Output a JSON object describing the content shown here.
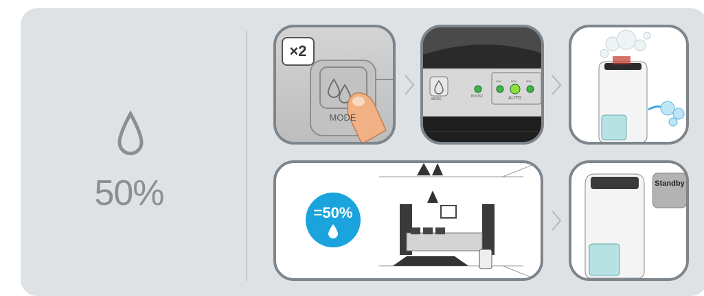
{
  "setting": {
    "value": "50%",
    "icon": "drop-icon"
  },
  "step1": {
    "times_label": "×2",
    "button_label": "MODE",
    "icon": "water-drops-icon"
  },
  "step2": {
    "mode_label": "MODE",
    "boost_label": "BOOST",
    "auto_label": "AUTO",
    "levels": [
      "40%",
      "50%",
      "60%"
    ]
  },
  "step4": {
    "badge_value": "=50%",
    "icon": "drop-icon"
  },
  "step5": {
    "status_label": "Standby"
  },
  "colors": {
    "accent": "#1aa3dc",
    "panel": "#dfe2e5",
    "border": "#7e858b",
    "led": "#3bb54a"
  }
}
